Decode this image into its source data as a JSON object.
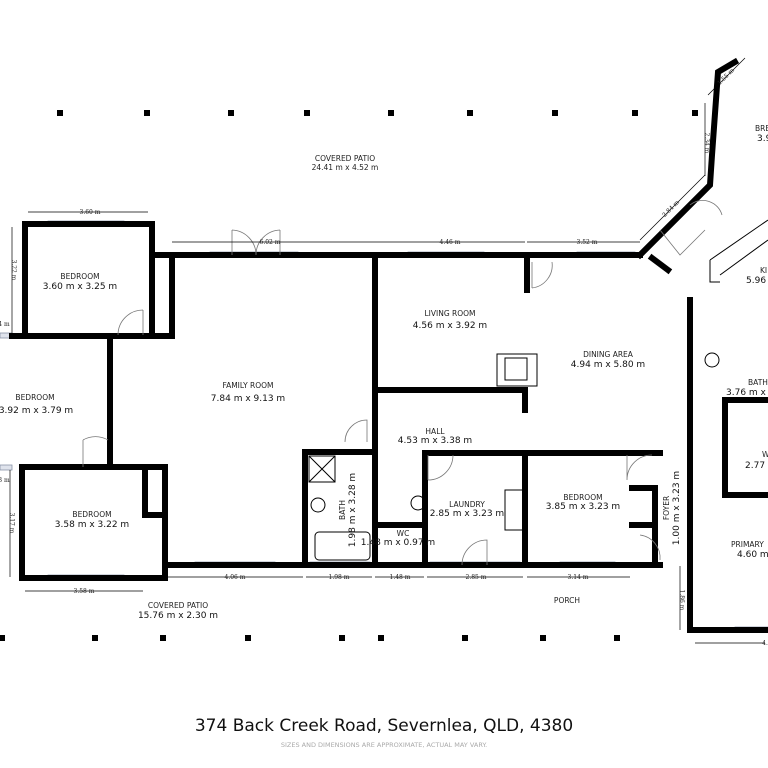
{
  "rooms": {
    "covered_patio_top": {
      "name": "COVERED PATIO",
      "size": "24.41 m x 4.52 m"
    },
    "bedroom_1": {
      "name": "BEDROOM",
      "size": "3.60 m x 3.25 m"
    },
    "bedroom_2": {
      "name": "BEDROOM",
      "size": "3.92 m x 3.79 m"
    },
    "family_room": {
      "name": "FAMILY ROOM",
      "size": "7.84 m x 9.13 m"
    },
    "living_room": {
      "name": "LIVING ROOM",
      "size": "4.56 m x 3.92 m"
    },
    "dining_area": {
      "name": "DINING AREA",
      "size": "4.94 m x 5.80 m"
    },
    "hall": {
      "name": "HALL",
      "size": "4.53 m x 3.38 m"
    },
    "bedroom_3": {
      "name": "BEDROOM",
      "size": "3.58 m x 3.22 m"
    },
    "bath": {
      "name": "BATH",
      "size": "1.98 m x 3.28 m"
    },
    "wc": {
      "name": "WC",
      "size": "1.48 m x 0.97 m"
    },
    "laundry": {
      "name": "LAUNDRY",
      "size": "2.85 m x 3.23 m"
    },
    "bedroom_4": {
      "name": "BEDROOM",
      "size": "3.85 m x 3.23 m"
    },
    "foyer": {
      "name": "FOYER",
      "size": "1.00 m x 3.23 m"
    },
    "covered_patio_bottom": {
      "name": "COVERED PATIO",
      "size": "15.76 m x 2.30 m"
    },
    "porch": {
      "name": "PORCH"
    },
    "breakfast": {
      "name": "BRE",
      "size": "3.9"
    },
    "kitchen": {
      "name": "KI",
      "size": "5.96 m"
    },
    "bath_2": {
      "name": "BATH",
      "size": "3.76 m x 2"
    },
    "wir": {
      "name": "W",
      "size": "2.77 m"
    },
    "primary": {
      "name": "PRIMARY",
      "size": "4.60 m"
    }
  },
  "dimensions": [
    "3.60 m",
    "3.22 m",
    "4 m",
    "6.02 m",
    "4.46 m",
    "3.52 m",
    "1.55 m",
    "2.34 m",
    "2.84 m",
    "3.17 m",
    "3 m",
    "3.58 m",
    "4.06 m",
    "1.98 m",
    "1.48 m",
    "2.85 m",
    "3.14 m",
    "1.86 m",
    "4."
  ],
  "footer": {
    "address": "374 Back Creek Road, Severnlea, QLD, 4380",
    "disclaimer": "SIZES AND DIMENSIONS ARE APPROXIMATE, ACTUAL MAY VARY."
  }
}
